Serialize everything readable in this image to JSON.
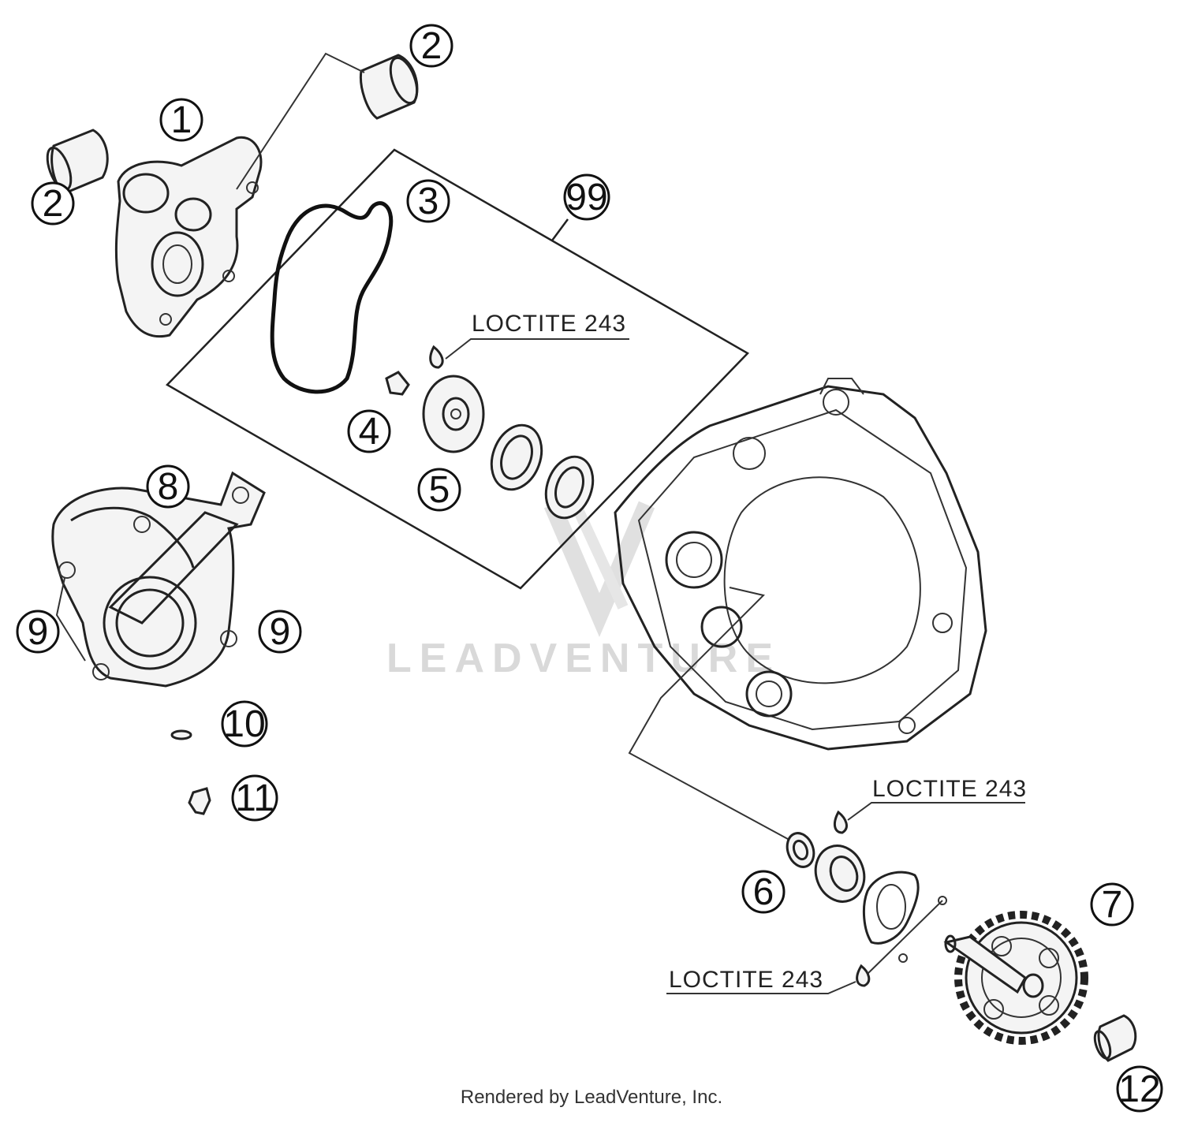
{
  "callouts": [
    {
      "id": "c1",
      "text": "1"
    },
    {
      "id": "c2a",
      "text": "2"
    },
    {
      "id": "c2b",
      "text": "2"
    },
    {
      "id": "c3",
      "text": "3"
    },
    {
      "id": "c99",
      "text": "99"
    },
    {
      "id": "c4",
      "text": "4"
    },
    {
      "id": "c5",
      "text": "5"
    },
    {
      "id": "c8",
      "text": "8"
    },
    {
      "id": "c9a",
      "text": "9"
    },
    {
      "id": "c9b",
      "text": "9"
    },
    {
      "id": "c10",
      "text": "10"
    },
    {
      "id": "c11",
      "text": "11"
    },
    {
      "id": "c6",
      "text": "6"
    },
    {
      "id": "c7",
      "text": "7"
    },
    {
      "id": "c12",
      "text": "12"
    }
  ],
  "notes": {
    "loctite_a": "LOCTITE 243",
    "loctite_b": "LOCTITE 243",
    "loctite_c": "LOCTITE 243"
  },
  "watermark": "LEADVENTURE",
  "credit": "Rendered by LeadVenture, Inc."
}
